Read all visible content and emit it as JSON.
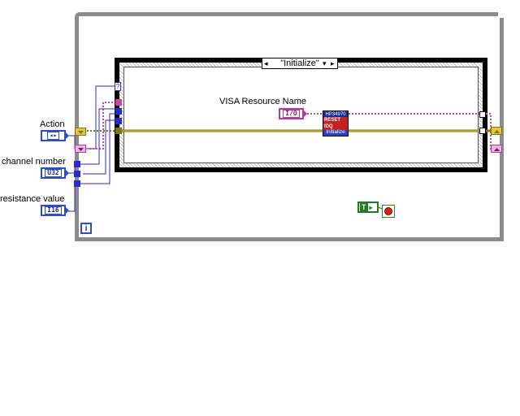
{
  "case_selector": {
    "value": "\"Initialize\""
  },
  "controls": {
    "action": {
      "label": "Action",
      "type": "◂▸"
    },
    "channel_number": {
      "label": "channel number",
      "type": "U32"
    },
    "resistance_value": {
      "label": "resistance value",
      "type": "I16"
    }
  },
  "visa": {
    "label": "VISA Resource Name",
    "type": "I/O"
  },
  "subvi": {
    "header": "HP34970",
    "name": "Initialize",
    "badge": "RESET IDQ"
  },
  "bool_const": {
    "value": "T"
  },
  "iteration": {
    "label": "i"
  },
  "colors": {
    "wire_blue": "#2a2ad8",
    "wire_pink": "#c9469d",
    "wire_olive": "#7a7a10",
    "loop_border": "#8c8c8c",
    "stop_red": "#e01c1c"
  }
}
